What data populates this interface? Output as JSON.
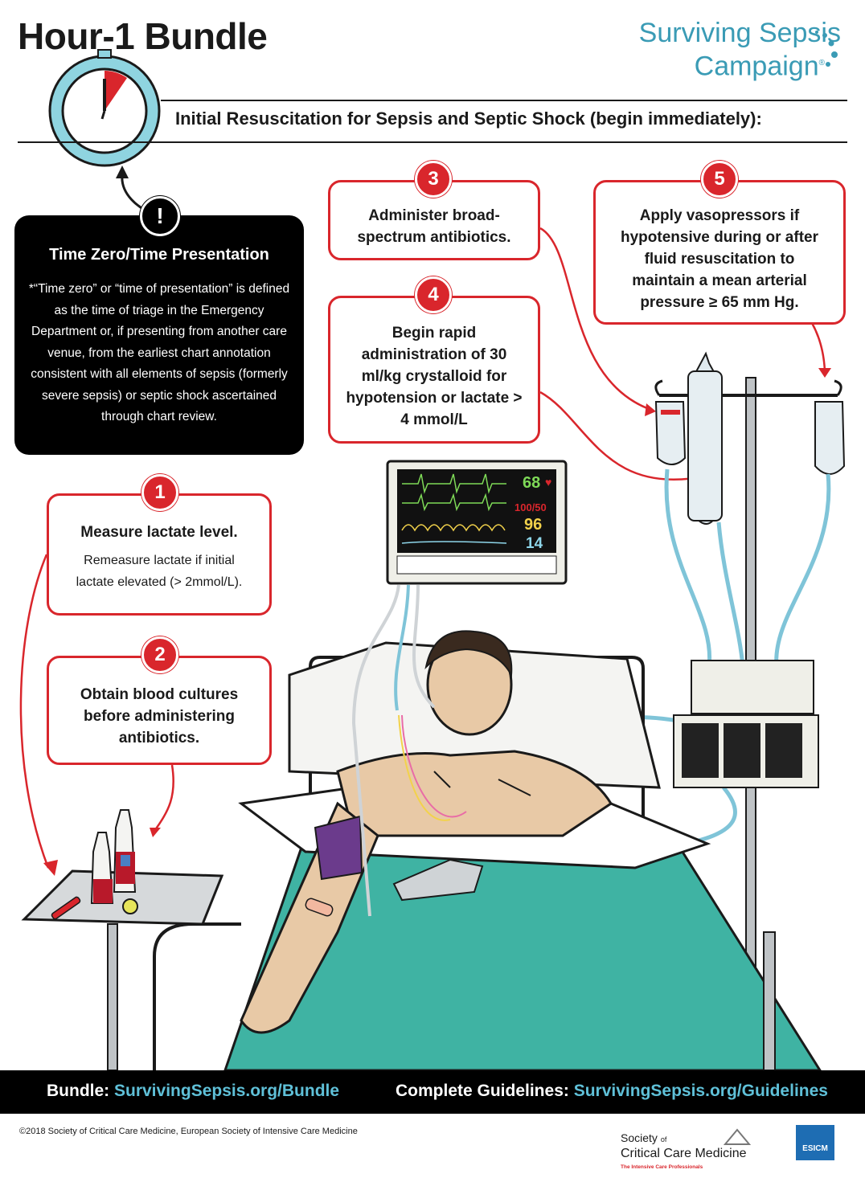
{
  "title": "Hour-1 Bundle",
  "brand": {
    "line1": "Surviving Sepsis",
    "line2": "Campaign",
    "registered": "®"
  },
  "subtitle": "Initial Resuscitation for Sepsis and Septic Shock (begin immediately):",
  "time_zero": {
    "badge": "!",
    "title": "Time Zero/Time Presentation",
    "body": "*“Time zero” or “time of presentation” is defined as the time of triage in the Emergency Department or, if presenting from another care venue, from the earliest chart annotation consistent with all elements of sepsis (formerly severe sepsis) or septic shock ascertained through chart review."
  },
  "steps": [
    {
      "number": "1",
      "main": "Measure lactate level.",
      "sub": "Remeasure lactate if initial lactate elevated (> 2mmol/L)."
    },
    {
      "number": "2",
      "main": "Obtain blood cultures before administering antibiotics.",
      "sub": ""
    },
    {
      "number": "3",
      "main": "Administer broad-spectrum antibiotics.",
      "sub": ""
    },
    {
      "number": "4",
      "main": "Begin rapid administration of 30 ml/kg crystalloid for hypotension or lactate > 4 mmol/L",
      "sub": ""
    },
    {
      "number": "5",
      "main": "Apply vasopressors if hypotensive during or after fluid resuscitation to maintain a mean arterial pressure ≥ 65 mm Hg.",
      "sub": ""
    }
  ],
  "monitor": {
    "hr": "68",
    "bp": "100/50",
    "spo2": "96",
    "rr": "14"
  },
  "footer": {
    "bundle_label": "Bundle:",
    "bundle_link": "SurvivingSepsis.org/Bundle",
    "guidelines_label": "Complete Guidelines:",
    "guidelines_link": "SurvivingSepsis.org/Guidelines"
  },
  "copyright": "©2018 Society of Critical Care Medicine, European Society of Intensive Care Medicine",
  "logos": {
    "sccm_line1": "Society",
    "sccm_of": "of",
    "sccm_line2": "Critical Care Medicine",
    "sccm_tagline": "The Intensive Care Professionals",
    "esicm": "ESICM"
  },
  "colors": {
    "accent_red": "#d9262c",
    "brand_teal": "#3a9bb5",
    "link_teal": "#5fc0d8",
    "sheet": "#3fb3a3"
  }
}
